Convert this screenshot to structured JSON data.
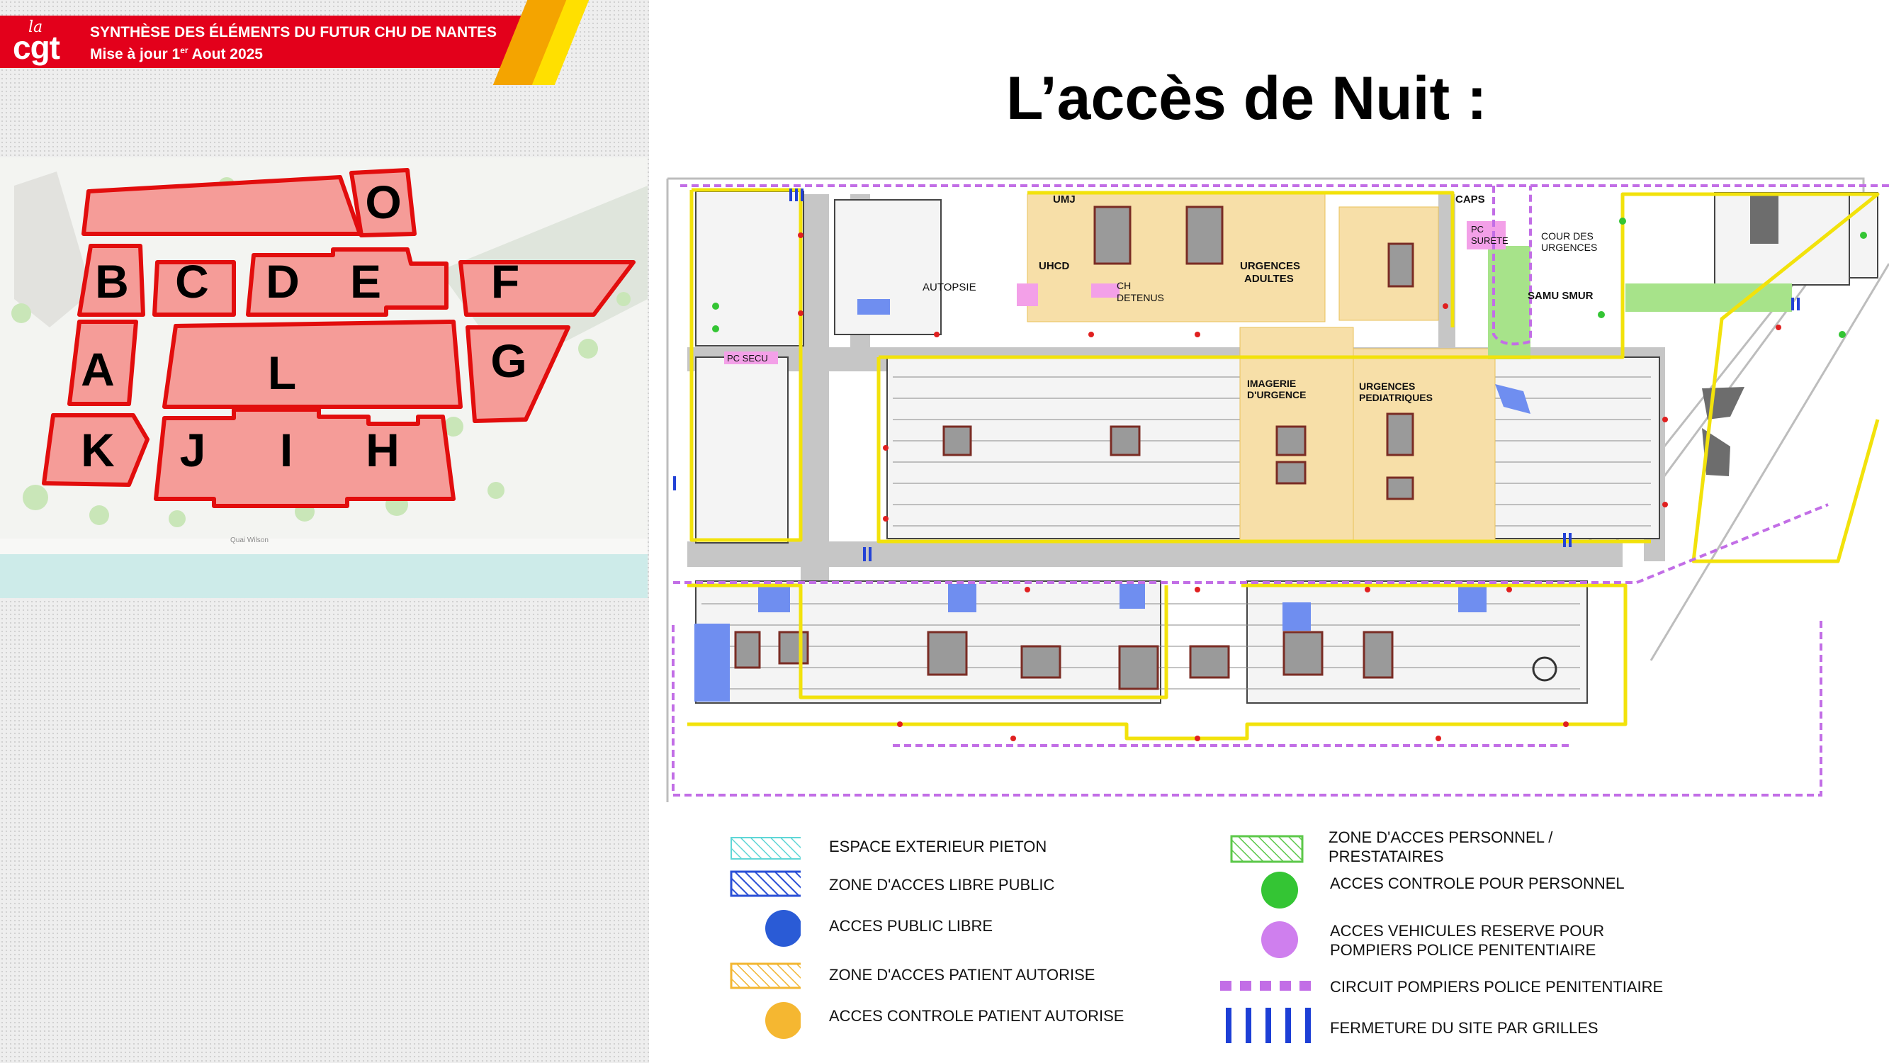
{
  "header": {
    "logo_prefix": "la",
    "logo_main": "cgt",
    "title": "SYNTHÈSE DES ÉLÉMENTS DU FUTUR CHU DE NANTES",
    "subtitle_prefix": "Mise à jour 1",
    "subtitle_sup": "er",
    "subtitle_suffix": " Aout 2025"
  },
  "minimap": {
    "buildings": [
      {
        "letter": "O"
      },
      {
        "letter": "B"
      },
      {
        "letter": "C"
      },
      {
        "letter": "D"
      },
      {
        "letter": "E"
      },
      {
        "letter": "F"
      },
      {
        "letter": "A"
      },
      {
        "letter": "L"
      },
      {
        "letter": "G"
      },
      {
        "letter": "K"
      },
      {
        "letter": "J"
      },
      {
        "letter": "I"
      },
      {
        "letter": "H"
      }
    ],
    "street_bottom": "Quai Wilson"
  },
  "slide_title": "L’accès de Nuit :",
  "plan": {
    "labels": {
      "umj": "UMJ",
      "caps": "CAPS",
      "uhcd": "UHCD",
      "ch_detenus_1": "CH",
      "ch_detenus_2": "DETENUS",
      "urgences_adultes_1": "URGENCES",
      "urgences_adultes_2": "ADULTES",
      "autopsie": "AUTOPSIE",
      "pc_surete_1": "PC",
      "pc_surete_2": "SURETE",
      "cour_urgences_1": "COUR DES",
      "cour_urgences_2": "URGENCES",
      "samu_smur": "SAMU SMUR",
      "pc_secu": "PC SECU",
      "imagerie_1": "IMAGERIE",
      "imagerie_2": "D'URGENCE",
      "urgences_ped_1": "URGENCES",
      "urgences_ped_2": "PEDIATRIQUES"
    }
  },
  "legend": {
    "items": [
      {
        "label": "ESPACE EXTERIEUR PIETON",
        "color": "#5fd6d6"
      },
      {
        "label": "ZONE D'ACCES LIBRE PUBLIC",
        "color": "#2a4fd6"
      },
      {
        "label": "ACCES PUBLIC LIBRE",
        "color": "#2a5bd6"
      },
      {
        "label": "ZONE D'ACCES PATIENT AUTORISE",
        "color": "#f2b632"
      },
      {
        "label": "ACCES CONTROLE PATIENT AUTORISE",
        "color": "#f5b731"
      },
      {
        "label_1": "ZONE D'ACCES PERSONNEL /",
        "label_2": "PRESTATAIRES",
        "color": "#5cc84a"
      },
      {
        "label": "ACCES CONTROLE POUR PERSONNEL",
        "color": "#34c534"
      },
      {
        "label_1": "ACCES VEHICULES RESERVE POUR",
        "label_2": "POMPIERS POLICE PENITENTIAIRE",
        "color": "#cf7fee"
      },
      {
        "label": "CIRCUIT POMPIERS POLICE PENITENTIAIRE",
        "color": "#c26ee6"
      },
      {
        "label": "FERMETURE DU SITE PAR GRILLES",
        "color": "#1d3fd6"
      }
    ]
  }
}
